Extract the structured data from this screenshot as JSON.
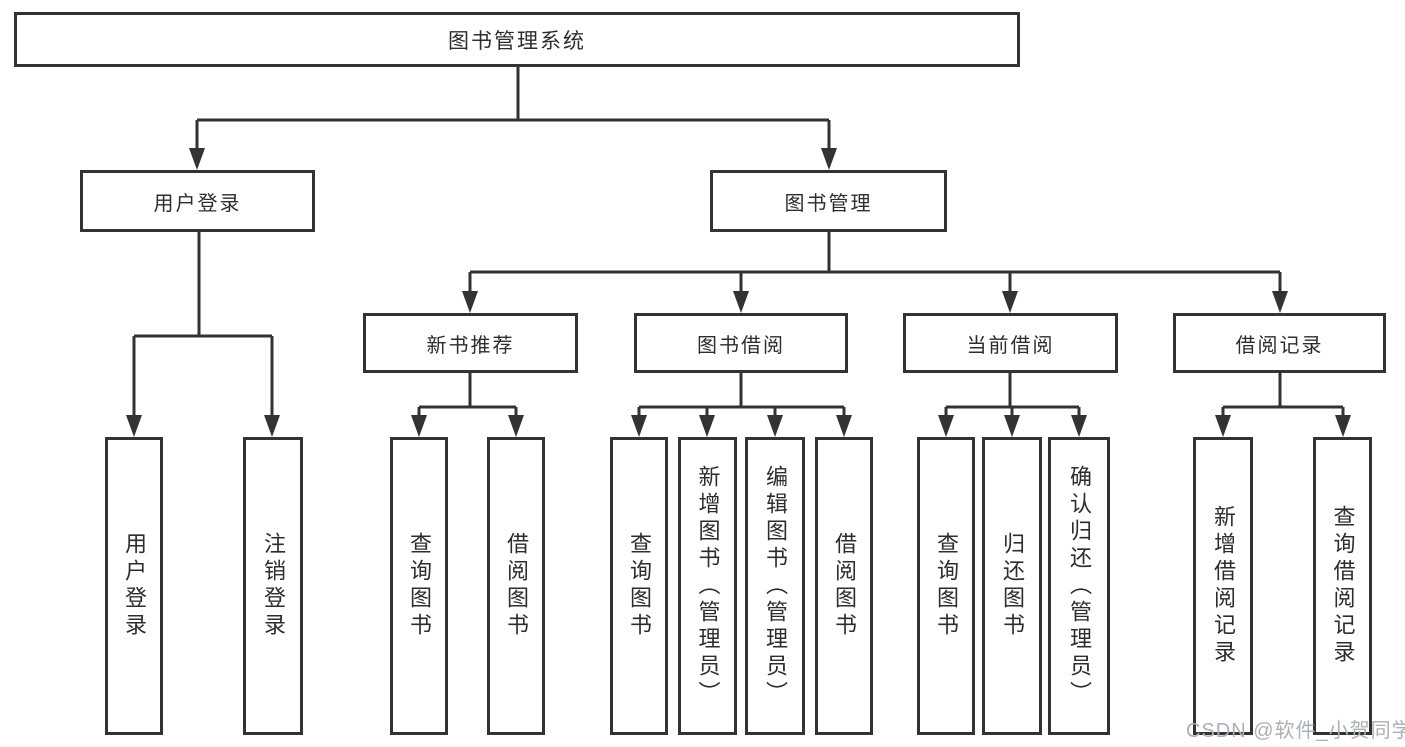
{
  "tree": {
    "label": "图书管理系统",
    "children": [
      {
        "label": "用户登录",
        "children": [
          {
            "label": "用户登录"
          },
          {
            "label": "注销登录"
          }
        ]
      },
      {
        "label": "图书管理",
        "children": [
          {
            "label": "新书推荐",
            "children": [
              {
                "label": "查询图书"
              },
              {
                "label": "借阅图书"
              }
            ]
          },
          {
            "label": "图书借阅",
            "children": [
              {
                "label": "查询图书"
              },
              {
                "label": "新增图书（管理员）"
              },
              {
                "label": "编辑图书（管理员）"
              },
              {
                "label": "借阅图书"
              }
            ]
          },
          {
            "label": "当前借阅",
            "children": [
              {
                "label": "查询图书"
              },
              {
                "label": "归还图书"
              },
              {
                "label": "确认归还（管理员）"
              }
            ]
          },
          {
            "label": "借阅记录",
            "children": [
              {
                "label": "新增借阅记录"
              },
              {
                "label": "查询借阅记录"
              }
            ]
          }
        ]
      }
    ]
  },
  "watermark": {
    "text": "CSDN @软件_小贺同学"
  },
  "colors": {
    "line": "#333333",
    "text": "#2d2d2d",
    "background": "#ffffff",
    "watermark_text": "#aab0b8"
  }
}
